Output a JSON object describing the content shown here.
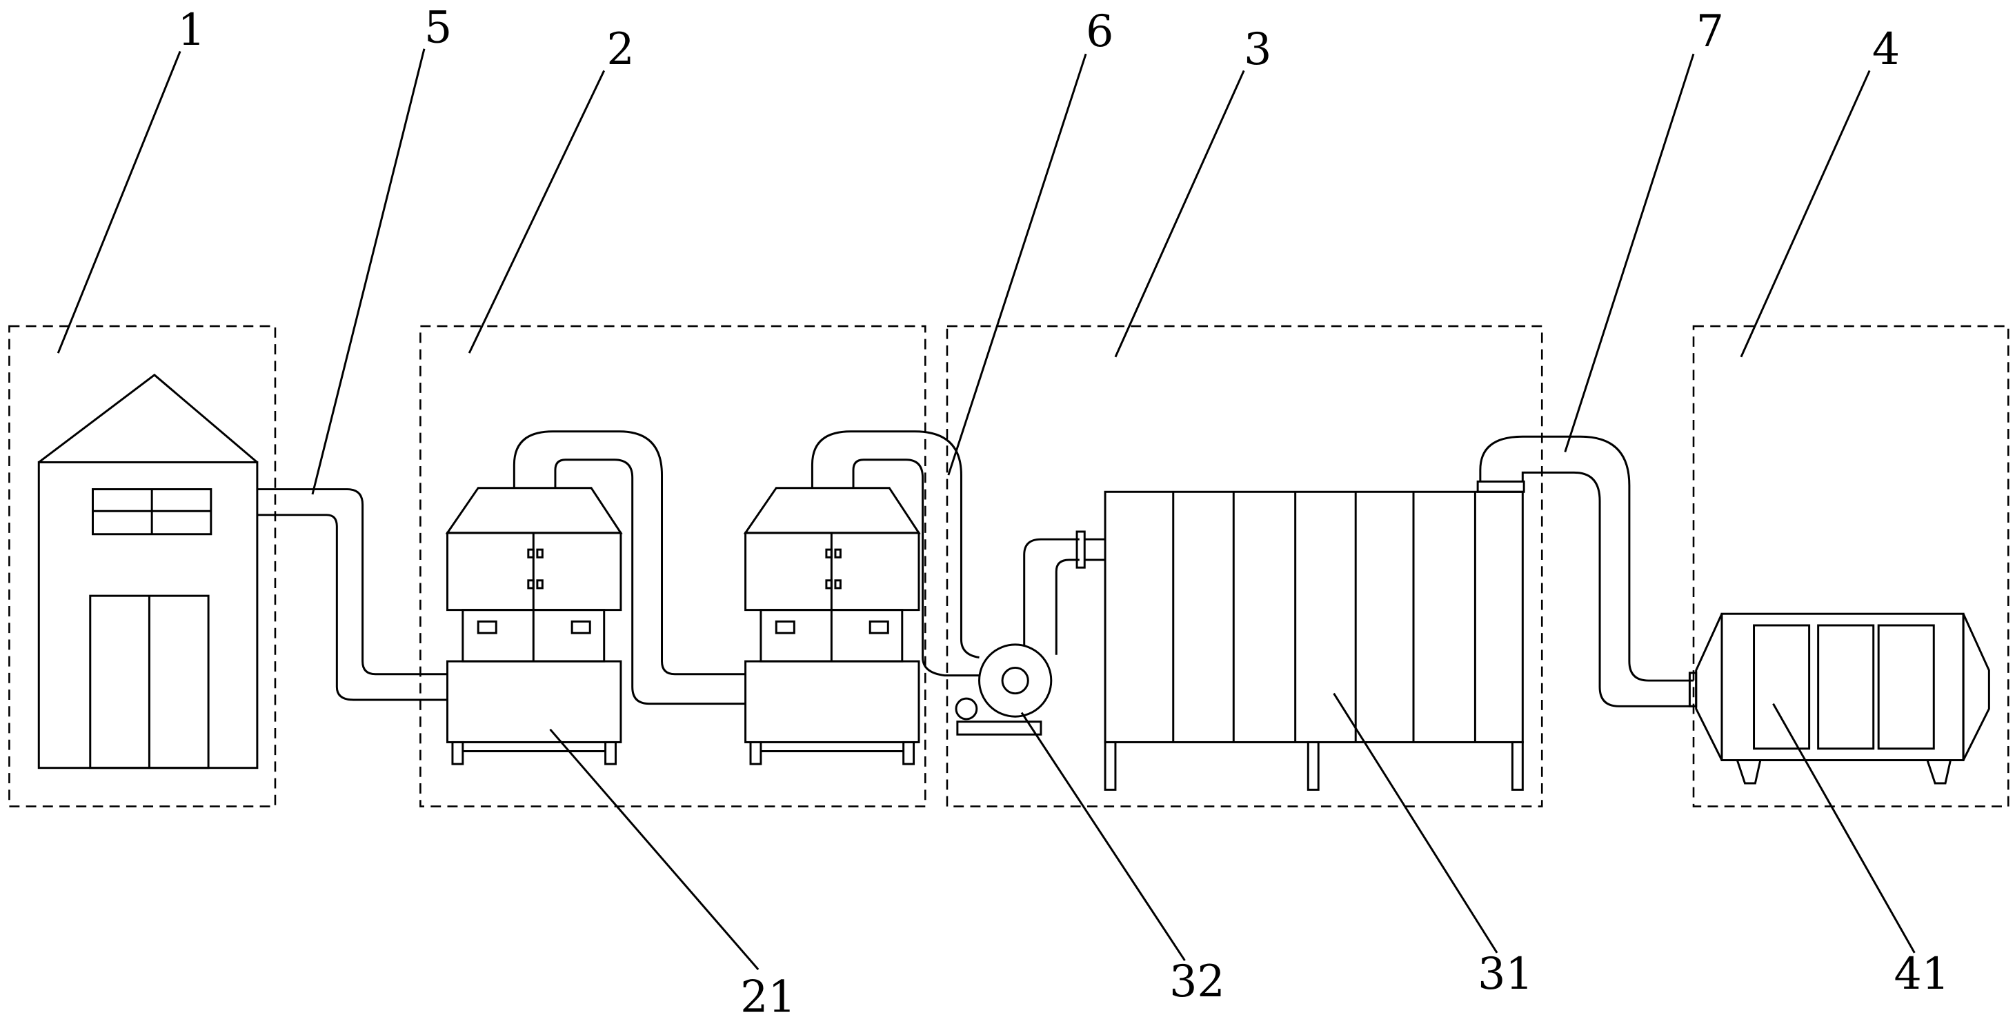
{
  "labels": {
    "house": "1",
    "scrubber_group": "2",
    "filter_group": "3",
    "purifier_group": "4",
    "pipe_a": "5",
    "pipe_b": "6",
    "pipe_c": "7",
    "scrubber": "21",
    "filter_box": "31",
    "fan": "32",
    "purifier": "41"
  },
  "colors": {
    "line": "#000000",
    "background": "#ffffff"
  }
}
